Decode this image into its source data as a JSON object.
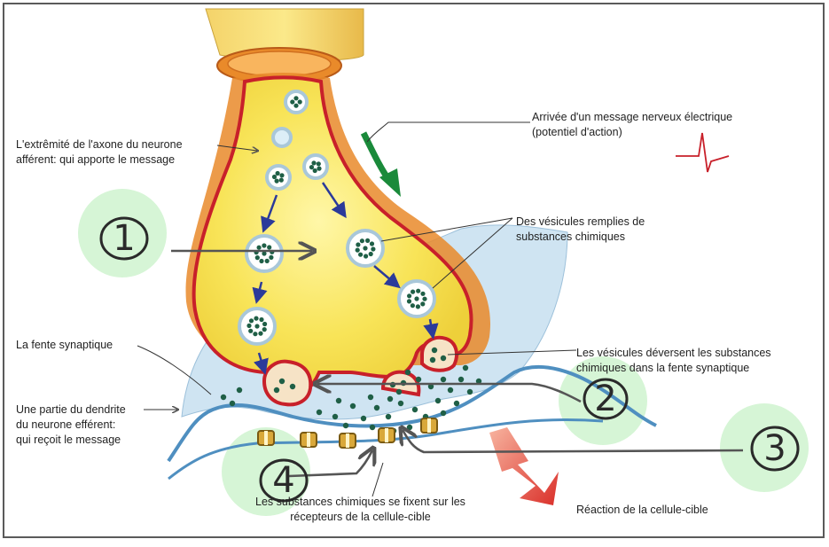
{
  "labels": {
    "axon_end": "L'extrêmité de l'axone du neurone\nafférent: qui apporte le message",
    "nerve_message": "Arrivée d'un message nerveux électrique\n(potentiel d'action)",
    "vesicles": "Des vésicules remplies de\nsubstances chimiques",
    "cleft": "La fente synaptique",
    "release": "Les vésicules déversent les substances\nchimiques dans la fente synaptique",
    "dendrite": "Une partie du dendrite\ndu neurone efférent:\nqui reçoit le message",
    "binding": "Les substances chimiques se fixent sur les\nrécepteurs de la cellule-cible",
    "reaction": "Réaction de la cellule-cible"
  },
  "markers": [
    "1",
    "2",
    "3",
    "4"
  ],
  "colors": {
    "terminal_fill": "#f7e25a",
    "terminal_outline": "#c8202a",
    "myelin": "#e98a2a",
    "dendrite": "#cfe4f2",
    "vesicle": "#a9c7d9",
    "neurotransmitter": "#1f5f46",
    "arrow_blue": "#2b3a9a",
    "arrow_green": "#1a8a3a",
    "reaction_red": "#d8241e",
    "marker_green": "#d6f5d6",
    "annotation_grey": "#555555"
  }
}
